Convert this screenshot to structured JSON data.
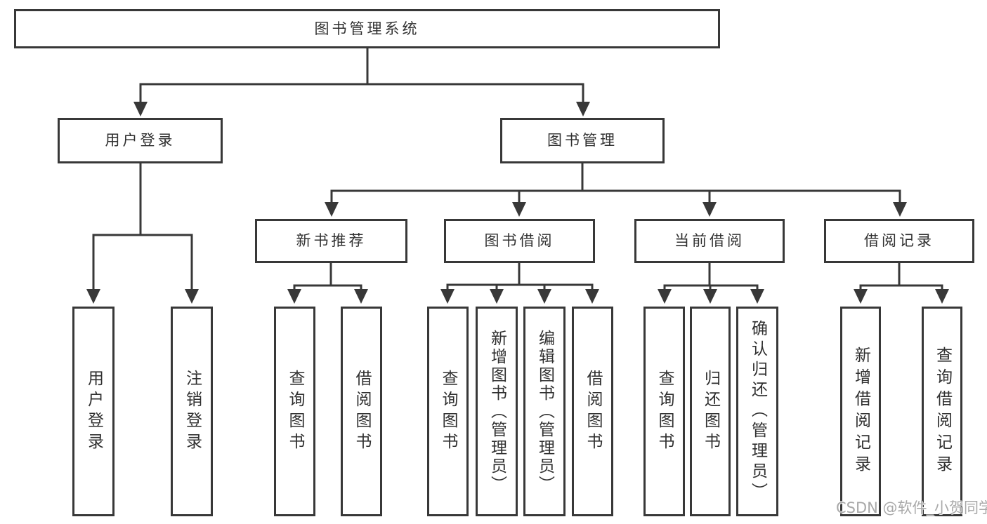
{
  "colors": {
    "line": "#383838",
    "text": "#303030",
    "watermark": "#a9a9a9",
    "background": "#ffffff"
  },
  "diagram": {
    "root": {
      "label": "图书管理系统"
    },
    "branches": [
      {
        "label": "用户登录",
        "children": [
          {
            "label": "用户登录"
          },
          {
            "label": "注销登录"
          }
        ]
      },
      {
        "label": "图书管理",
        "children": [
          {
            "label": "新书推荐",
            "children": [
              {
                "label": "查询图书"
              },
              {
                "label": "借阅图书"
              }
            ]
          },
          {
            "label": "图书借阅",
            "children": [
              {
                "label": "查询图书"
              },
              {
                "label": "新增图书（管理员）"
              },
              {
                "label": "编辑图书（管理员）"
              },
              {
                "label": "借阅图书"
              }
            ]
          },
          {
            "label": "当前借阅",
            "children": [
              {
                "label": "查询图书"
              },
              {
                "label": "归还图书"
              },
              {
                "label": "确认归还（管理员）"
              }
            ]
          },
          {
            "label": "借阅记录",
            "children": [
              {
                "label": "新增借阅记录"
              },
              {
                "label": "查询借阅记录"
              }
            ]
          }
        ]
      }
    ]
  },
  "watermark": {
    "text": "CSDN @软件_小贺同学"
  }
}
